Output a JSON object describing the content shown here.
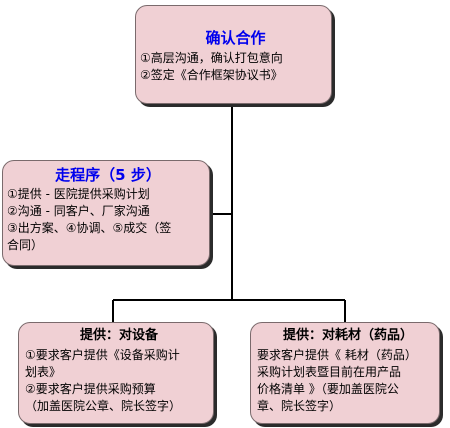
{
  "top": {
    "title": "确认合作",
    "lines": [
      "①高层沟通，确认打包意向",
      "②签定《合作框架协议书》"
    ]
  },
  "left": {
    "title": "走程序（5 步）",
    "lines": [
      "①提供 - 医院提供采购计划",
      "②沟通 - 同客户、厂家沟通",
      "③出方案、④协调、⑤成交（签",
      "合同）"
    ]
  },
  "equipment": {
    "title": "提供：对设备",
    "lines": [
      "①要求客户提供《设备采购计",
      "划表》",
      "②要求客户提供采购预算",
      "（加盖医院公章、院长签字）"
    ]
  },
  "consumables": {
    "title": "提供：对耗材（药品）",
    "lines": [
      "要求客户提供《 耗材（药品）",
      "采购计划表暨目前在用产品",
      "价格清单 》（要加盖医院公",
      "章、院长签字）"
    ]
  },
  "colors": {
    "box_fill": "#f0d0d4",
    "title_accent": "#0000ee",
    "connector": "#000000"
  }
}
